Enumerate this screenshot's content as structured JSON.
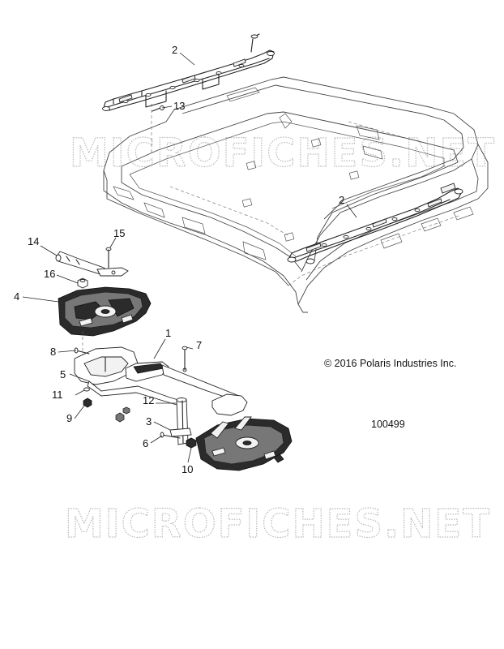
{
  "callouts": {
    "c2_top": "2",
    "c13": "13",
    "c2_right": "2",
    "c14": "14",
    "c15": "15",
    "c16": "16",
    "c4": "4",
    "c1": "1",
    "c7": "7",
    "c8": "8",
    "c5": "5",
    "c11": "11",
    "c9": "9",
    "c12": "12",
    "c3": "3",
    "c6": "6",
    "c10": "10"
  },
  "copyright": "© 2016 Polaris Industries Inc.",
  "figure_number": "100499",
  "watermark_top": "MICROFICHES.NET",
  "watermark_bottom": "MICROFICHES.NET"
}
